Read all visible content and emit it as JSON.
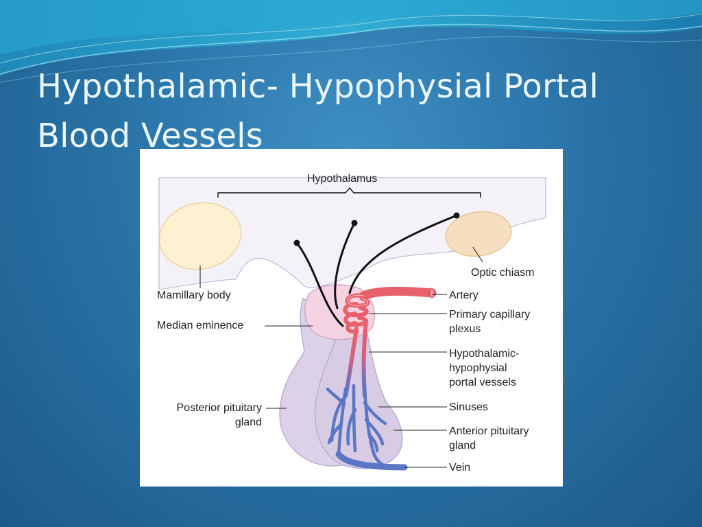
{
  "slide": {
    "title_line1": "Hypothalamic- Hypophysial Portal",
    "title_line2": "Blood Vessels"
  },
  "diagram": {
    "labels": {
      "hypothalamus": "Hypothalamus",
      "optic_chiasm": "Optic chiasm",
      "mamillary_body": "Mamillary body",
      "median_eminence": "Median eminence",
      "artery": "Artery",
      "primary_capillary_plexus": "Primary capillary\nplexus",
      "portal_vessels": "Hypothalamic-\nhypophysial\nportal vessels",
      "sinuses": "Sinuses",
      "posterior_pituitary": "Posterior pituitary\ngland",
      "anterior_pituitary": "Anterior pituitary\ngland",
      "vein": "Vein"
    },
    "colors": {
      "artery": "#e8616a",
      "vein": "#5b76c4",
      "neurons": "#111111",
      "brain_tissue": "#f4f2f8",
      "gland": "#d9d0e6",
      "mamillary_body": "#fdf1d2",
      "optic_chiasm": "#f6dfc0",
      "median_eminence": "#f6d3e2"
    }
  }
}
